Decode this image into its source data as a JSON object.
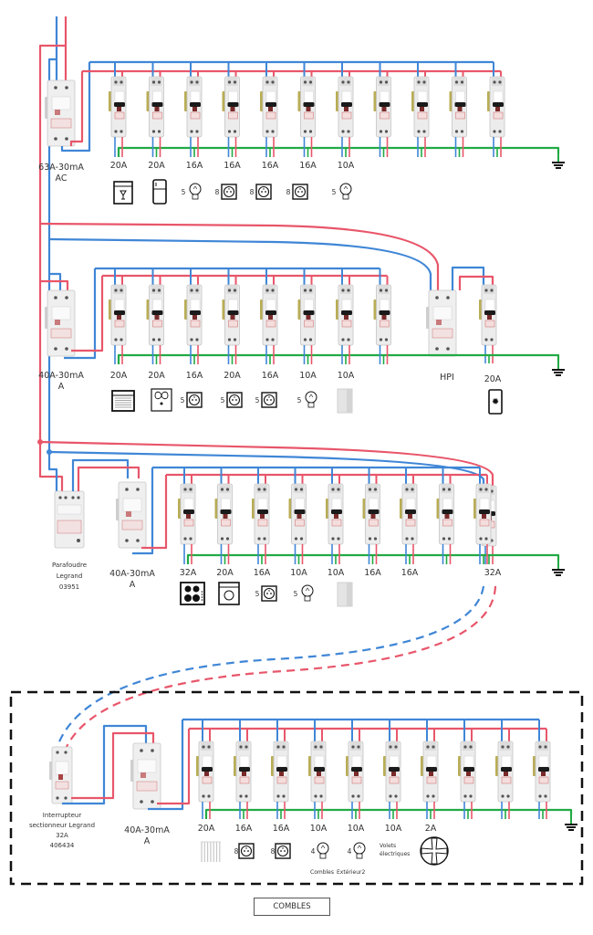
{
  "colors": {
    "phase": "#e8566a",
    "neutral": "#3f86d6",
    "earth": "#22aa44",
    "breaker_body": "#e8e8e8",
    "breaker_edge": "#c8c8c8",
    "clip": "#b9ad55",
    "handle": "#1a1a1a",
    "dashed_border": "#111111"
  },
  "rows": [
    {
      "id": "row1",
      "rcd": {
        "label_lines": [
          "63A-30mA",
          "AC"
        ]
      },
      "breakers": [
        "20A",
        "20A",
        "16A",
        "16A",
        "16A",
        "16A",
        "10A",
        "",
        "",
        "",
        ""
      ],
      "loads": [
        {
          "icon": "dishwasher-icon",
          "count": ""
        },
        {
          "icon": "fridge-icon",
          "count": ""
        },
        {
          "icon": "light-bulb-icon",
          "count": "5"
        },
        {
          "icon": "socket-icon",
          "count": "8"
        },
        {
          "icon": "socket-icon",
          "count": "8"
        },
        {
          "icon": "socket-icon",
          "count": "8"
        },
        {
          "icon": "light-bulb-icon",
          "count": "5"
        }
      ]
    },
    {
      "id": "row2",
      "rcd": {
        "label_lines": [
          "40A-30mA",
          "A"
        ]
      },
      "breakers": [
        "20A",
        "20A",
        "16A",
        "20A",
        "16A",
        "10A",
        "10A",
        ""
      ],
      "loads": [
        {
          "icon": "oven-icon",
          "count": ""
        },
        {
          "icon": "dryer-icon",
          "count": ""
        },
        {
          "icon": "socket-icon",
          "count": "5"
        },
        {
          "icon": "socket-icon",
          "count": "5"
        },
        {
          "icon": "socket-icon",
          "count": "5"
        },
        {
          "icon": "light-bulb-icon",
          "count": "5"
        },
        {
          "icon": "heater-panel-icon",
          "count": ""
        }
      ],
      "hpi": {
        "label": "HPI",
        "breaker": "20A",
        "load": {
          "icon": "freezer-icon",
          "count": ""
        }
      }
    },
    {
      "id": "row3",
      "surge": {
        "label_lines": [
          "Parafoudre",
          "Legrand",
          "03951"
        ]
      },
      "rcd": {
        "label_lines": [
          "40A-30mA",
          "A"
        ]
      },
      "breakers": [
        "32A",
        "20A",
        "16A",
        "10A",
        "10A",
        "16A",
        "16A",
        "",
        ""
      ],
      "feed_breaker": "32A",
      "loads": [
        {
          "icon": "hob-icon",
          "count": ""
        },
        {
          "icon": "washing-machine-icon",
          "count": ""
        },
        {
          "icon": "socket-icon",
          "count": "5"
        },
        {
          "icon": "light-bulb-icon",
          "count": "5"
        },
        {
          "icon": "heater-panel-icon",
          "count": ""
        }
      ]
    },
    {
      "id": "row4",
      "isolator": {
        "label_lines": [
          "Interrupteur",
          "sectionneur Legrand",
          "32A",
          "406434"
        ]
      },
      "rcd": {
        "label_lines": [
          "40A-30mA",
          "A"
        ]
      },
      "breakers": [
        "20A",
        "16A",
        "16A",
        "10A",
        "10A",
        "10A",
        "2A",
        "",
        "",
        ""
      ],
      "loads": [
        {
          "icon": "towel-radiator-icon",
          "count": ""
        },
        {
          "icon": "socket-icon",
          "count": "8"
        },
        {
          "icon": "socket-icon",
          "count": "8"
        },
        {
          "icon": "light-bulb-icon",
          "count": "4"
        },
        {
          "icon": "light-bulb-icon",
          "count": "4"
        },
        {
          "icon": "shutter-text",
          "count": ""
        },
        {
          "icon": "fan-icon",
          "count": ""
        }
      ],
      "load_captions": [
        "Combles",
        "Extérieur2"
      ],
      "shutter_label_lines": [
        "Volets",
        "électriques"
      ]
    }
  ],
  "sub_panel_title": "COMBLES"
}
